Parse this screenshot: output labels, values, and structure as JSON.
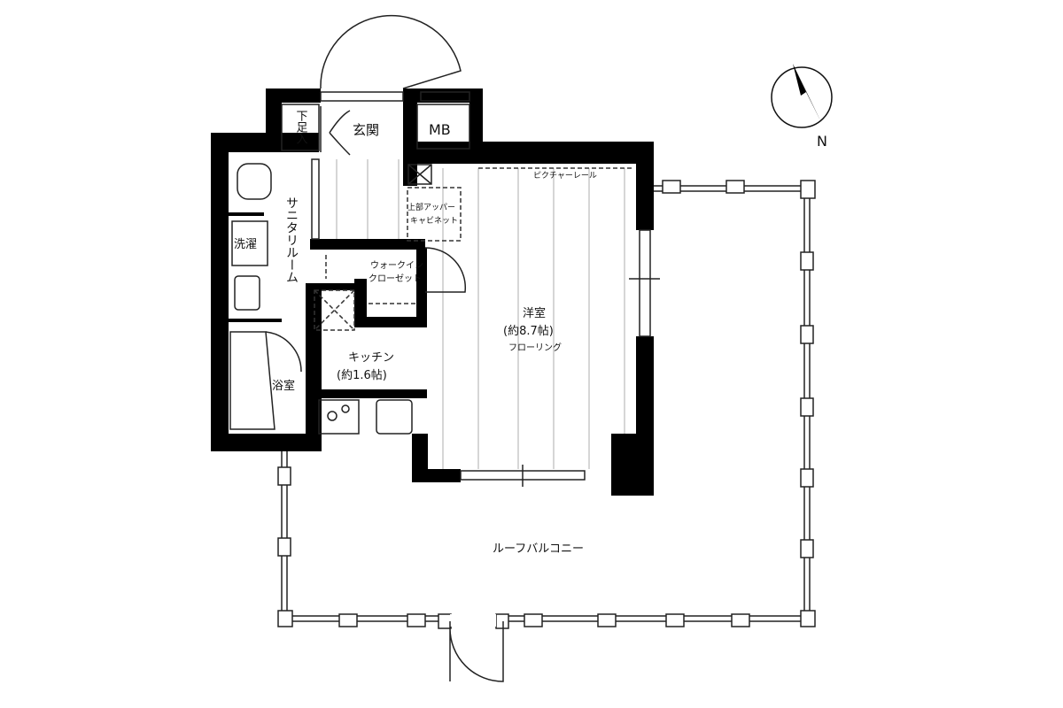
{
  "floorplan": {
    "rooms": {
      "shoe_storage": "下足入",
      "entrance": "玄関",
      "meter_box": "MB",
      "picture_rail": "ピクチャーレール",
      "upper_cabinet_line1": "上部アッパー",
      "upper_cabinet_line2": "キャビネット",
      "sanitary_room": "サニタリルーム",
      "laundry": "洗濯",
      "bathroom": "浴室",
      "walkin_line1": "ウォークイン",
      "walkin_line2": "クローゼット",
      "western_room": "洋室",
      "western_room_size": "(約8.7帖)",
      "western_room_floor": "フローリング",
      "kitchen": "キッチン",
      "kitchen_size": "(約1.6帖)",
      "roof_balcony": "ルーフバルコニー"
    },
    "compass": {
      "label": "N",
      "icon": "north-arrow-icon"
    }
  }
}
